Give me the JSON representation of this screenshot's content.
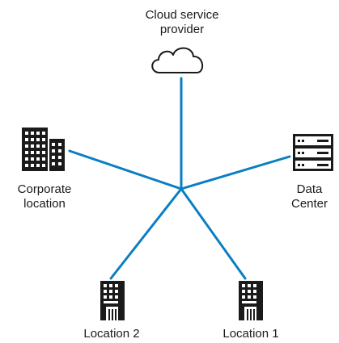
{
  "diagram": {
    "line_color": "#0a7ec2",
    "icon_color": "#1a1a1a",
    "hub": {
      "name": "network-hub"
    },
    "nodes": [
      {
        "id": "cloud",
        "icon": "cloud-icon",
        "label_lines": [
          "Cloud service",
          "provider"
        ]
      },
      {
        "id": "corporate",
        "icon": "office-buildings-icon",
        "label_lines": [
          "Corporate",
          "location"
        ]
      },
      {
        "id": "datacenter",
        "icon": "server-rack-icon",
        "label_lines": [
          "Data",
          "Center"
        ]
      },
      {
        "id": "location2",
        "icon": "building-icon",
        "label_lines": [
          "Location 2"
        ]
      },
      {
        "id": "location1",
        "icon": "building-icon",
        "label_lines": [
          "Location 1"
        ]
      }
    ]
  }
}
